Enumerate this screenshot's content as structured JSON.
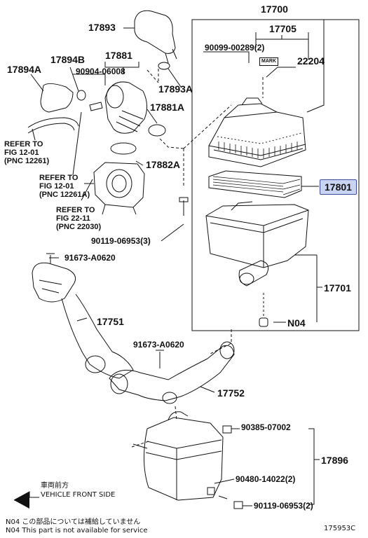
{
  "parts": {
    "p17700": "17700",
    "p17705": "17705",
    "p17893": "17893",
    "p17894b": "17894B",
    "p17881": "17881",
    "p90904": "90904-06008",
    "p90099": "90099-00289(2)",
    "p22204": "22204",
    "p17894a": "17894A",
    "p17893a": "17893A",
    "p17881a": "17881A",
    "p17882a": "17882A",
    "p17801": "17801",
    "p90119a": "90119-06953(3)",
    "p91673a": "91673-A0620",
    "p17751": "17751",
    "p17701": "17701",
    "pN04": "N04",
    "p91673b": "91673-A0620",
    "p17752": "17752",
    "p90385": "90385-07002",
    "p17896": "17896",
    "p90480": "90480-14022(2)",
    "p90119b": "90119-06953(2)"
  },
  "mark_label": "MARK",
  "refs": [
    {
      "line1": "REFER TO",
      "line2": "FIG 12-01",
      "line3": "(PNC 12261)"
    },
    {
      "line1": "REFER TO",
      "line2": "FIG 12-01",
      "line3": "(PNC 12261A)"
    },
    {
      "line1": "REFER TO",
      "line2": "FIG 22-11",
      "line3": "(PNC 22030)"
    }
  ],
  "front_side": {
    "jp": "車両前方",
    "en": "VEHICLE FRONT SIDE"
  },
  "footnote": {
    "jp": "N04  この部品については補給していません",
    "en": "N04  This part is not available for service"
  },
  "figure_id": "175953C",
  "highlight_color": "#c9d3f2"
}
